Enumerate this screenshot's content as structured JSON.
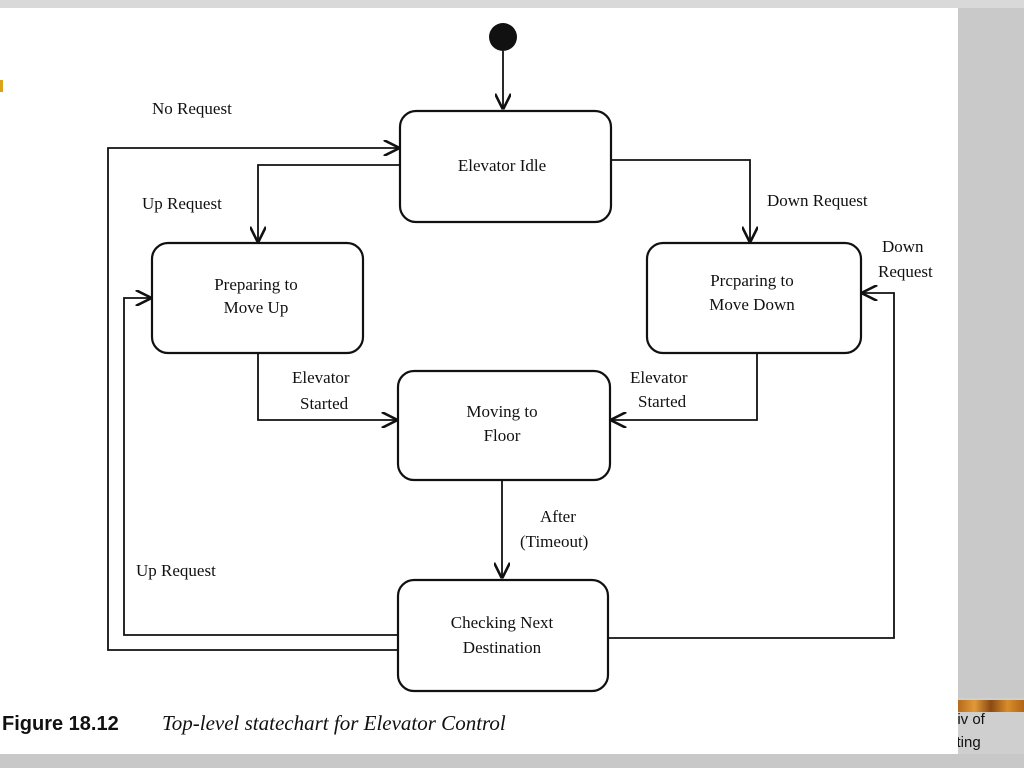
{
  "diagram": {
    "states": {
      "idle": "Elevator Idle",
      "prep_up_line1": "Preparing to",
      "prep_up_line2": "Move Up",
      "prep_down_line1": "Prcparing to",
      "prep_down_line2": "Move Down",
      "moving_line1": "Moving to",
      "moving_line2": "Floor",
      "check_line1": "Checking Next",
      "check_line2": "Destination"
    },
    "transitions": {
      "no_request": "No Request",
      "up_request_top": "Up Request",
      "down_request_top": "Down Request",
      "down_request_right_line1": "Down",
      "down_request_right_line2": "Request",
      "elevator_started_left_line1": "Elevator",
      "elevator_started_left_line2": "Started",
      "elevator_started_right_line1": "Elevator",
      "elevator_started_right_line2": "Started",
      "after_line1": "After",
      "after_line2": "(Timeout)",
      "up_request_bottom": "Up Request"
    }
  },
  "caption": {
    "number": "Figure 18.12",
    "text": "Top-level statechart for Elevator Control"
  },
  "footer": {
    "line1": "niv of",
    "line2": "sting"
  }
}
